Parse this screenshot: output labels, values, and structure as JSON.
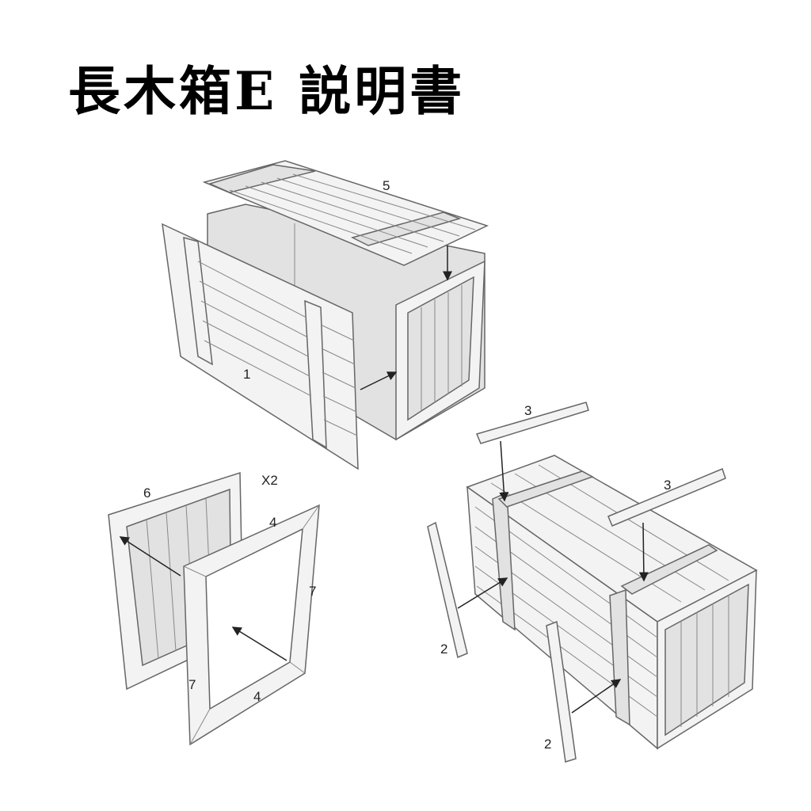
{
  "title": "長木箱E 説明書",
  "labels": {
    "lid": "5",
    "side_panel": "1",
    "batten_top_left": "3",
    "batten_top_right": "3",
    "strip_left": "2",
    "strip_right": "2",
    "end_panel": "6",
    "quantity": "X2",
    "frame_top": "4",
    "frame_bottom": "4",
    "frame_right": "7",
    "frame_left": "7"
  }
}
